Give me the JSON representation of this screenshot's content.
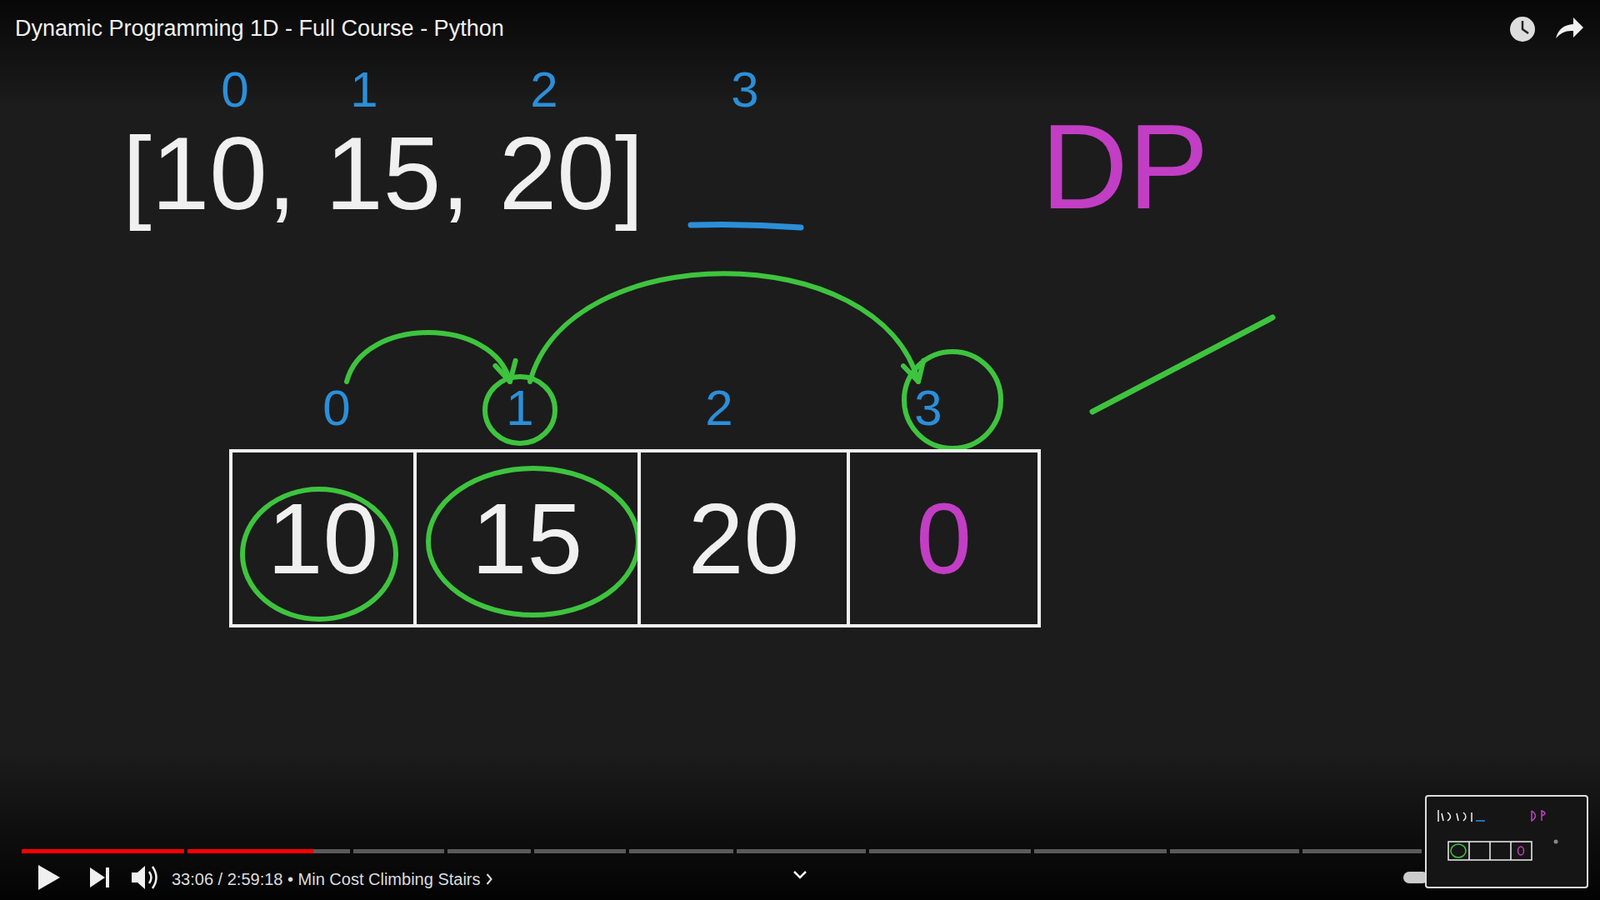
{
  "diagram": {
    "title": "Dynamic Programming 1D - Full Course - Python",
    "nodes": [
      {
        "text": [
          "0",
          "10"
        ]
      },
      {
        "text": [
          "1",
          "15"
        ]
      },
      {
        "text": [
          "2",
          "20"
        ]
      },
      {
        "text": [
          "3",
          "0"
        ]
      }
    ],
    "edges": [
      {
        "from": 0,
        "to": 1,
        "arrow": "to"
      },
      {
        "from": 1,
        "to": 3,
        "arrow": "to"
      }
    ],
    "labels": [
      "[10, 15, 20]",
      "0",
      "1",
      "2",
      "3",
      "DP",
      "33:06 / 2:59:18 • Min Cost Climbing Stairs"
    ]
  }
}
